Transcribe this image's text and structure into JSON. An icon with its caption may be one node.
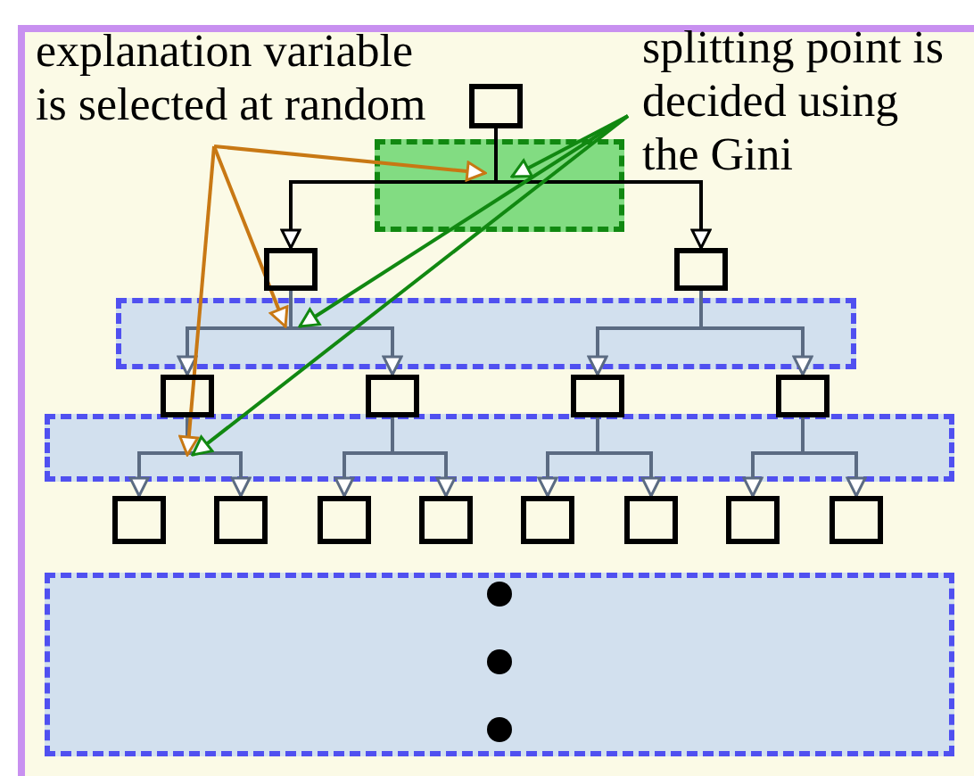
{
  "diagram": {
    "nodes": [
      {
        "text": [
          "explanation variable is selected at random"
        ]
      },
      {
        "text": [
          "splitting point is decided using the Gini"
        ]
      },
      {
        "text": [],
        "shape": "box"
      },
      {
        "text": [],
        "shape": "box"
      },
      {
        "text": [],
        "shape": "box"
      },
      {
        "text": [],
        "shape": "box"
      },
      {
        "text": [],
        "shape": "box"
      },
      {
        "text": [],
        "shape": "box"
      },
      {
        "text": [],
        "shape": "box"
      },
      {
        "text": [],
        "shape": "box"
      },
      {
        "text": [],
        "shape": "box"
      },
      {
        "text": [],
        "shape": "box"
      },
      {
        "text": [],
        "shape": "box"
      },
      {
        "text": [],
        "shape": "box"
      },
      {
        "text": [],
        "shape": "box"
      },
      {
        "text": [],
        "shape": "box"
      },
      {
        "text": [],
        "shape": "box"
      }
    ],
    "edges": [
      {
        "from": 2,
        "to": 3,
        "arrow": "to",
        "color": "#000000"
      },
      {
        "from": 2,
        "to": 4,
        "arrow": "to",
        "color": "#000000"
      },
      {
        "from": 3,
        "to": 5,
        "arrow": "to"
      },
      {
        "from": 3,
        "to": 6,
        "arrow": "to"
      },
      {
        "from": 4,
        "to": 7,
        "arrow": "to"
      },
      {
        "from": 4,
        "to": 8,
        "arrow": "to"
      },
      {
        "from": 5,
        "to": 9,
        "arrow": "to"
      },
      {
        "from": 5,
        "to": 10,
        "arrow": "to"
      },
      {
        "from": 6,
        "to": 11,
        "arrow": "to"
      },
      {
        "from": 6,
        "to": 12,
        "arrow": "to"
      },
      {
        "from": 7,
        "to": 13,
        "arrow": "to"
      },
      {
        "from": 7,
        "to": 14,
        "arrow": "to"
      },
      {
        "from": 8,
        "to": 15,
        "arrow": "to"
      },
      {
        "from": 8,
        "to": 16,
        "arrow": "to"
      },
      {
        "from": 0,
        "to": 2,
        "arrow": "to",
        "color": "#c87814"
      },
      {
        "from": 0,
        "to": 3,
        "arrow": "to",
        "color": "#c87814"
      },
      {
        "from": 0,
        "to": 5,
        "arrow": "to",
        "color": "#c87814"
      },
      {
        "from": 1,
        "to": 2,
        "arrow": "to",
        "color": "#118811"
      },
      {
        "from": 1,
        "to": 3,
        "arrow": "to",
        "color": "#118811"
      },
      {
        "from": 1,
        "to": 5,
        "arrow": "to",
        "color": "#118811"
      }
    ]
  }
}
